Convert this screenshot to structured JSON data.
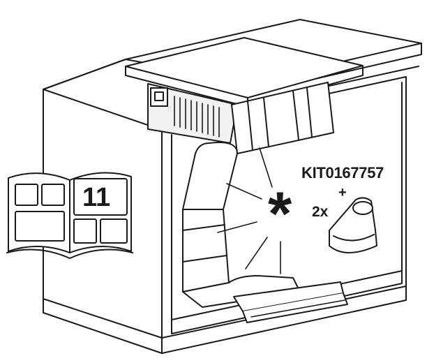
{
  "manual_ref": {
    "page_number": "11"
  },
  "kit": {
    "code": "KIT0167757",
    "plus": "+",
    "quantity": "2x"
  },
  "marker": {
    "symbol": "*"
  },
  "colors": {
    "line": "#1a1a1a",
    "fill": "#ffffff",
    "shade": "#f2f2f2"
  }
}
